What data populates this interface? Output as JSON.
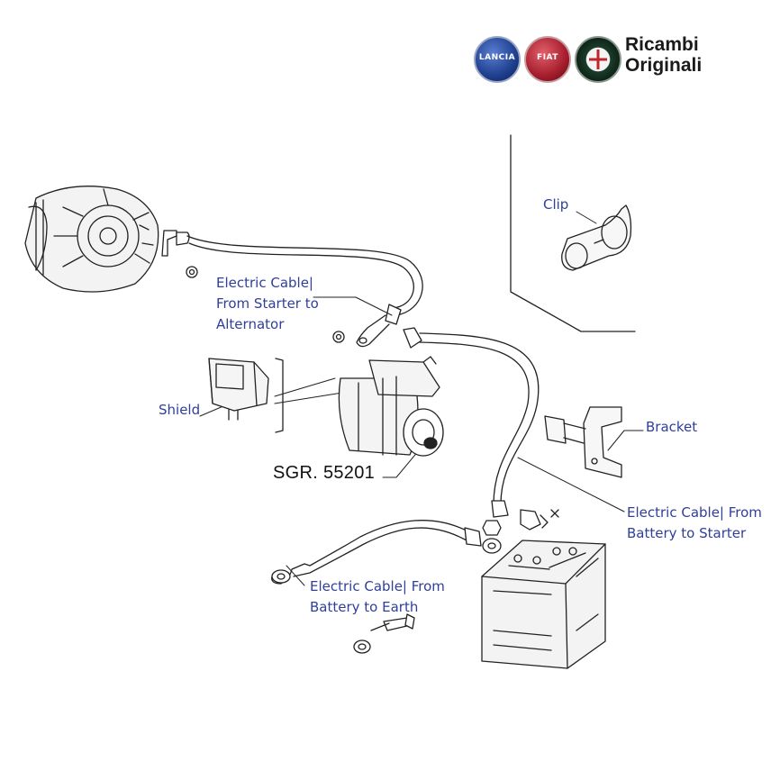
{
  "brand": {
    "logos": [
      {
        "name": "lancia-logo",
        "text": "LANCIA",
        "color": "#1f3f8f"
      },
      {
        "name": "fiat-logo",
        "text": "FIAT",
        "color": "#a51d2d"
      },
      {
        "name": "alfa-romeo-logo",
        "text": "",
        "color": "#1d6b3a"
      }
    ],
    "title_line1": "Ricambi",
    "title_line2": "Originali"
  },
  "callouts": {
    "clip": "Clip",
    "cable_starter_alternator": [
      "Electric Cable|",
      "From Starter to",
      "Alternator"
    ],
    "shield": "Shield",
    "bracket": "Bracket",
    "cable_battery_starter": [
      "Electric Cable| From",
      "Battery to Starter"
    ],
    "cable_battery_earth": [
      "Electric Cable| From",
      "Battery to Earth"
    ]
  },
  "part_code": "SGR. 55201",
  "colors": {
    "callout_text": "#2f3f9a",
    "line_art": "#222222"
  }
}
